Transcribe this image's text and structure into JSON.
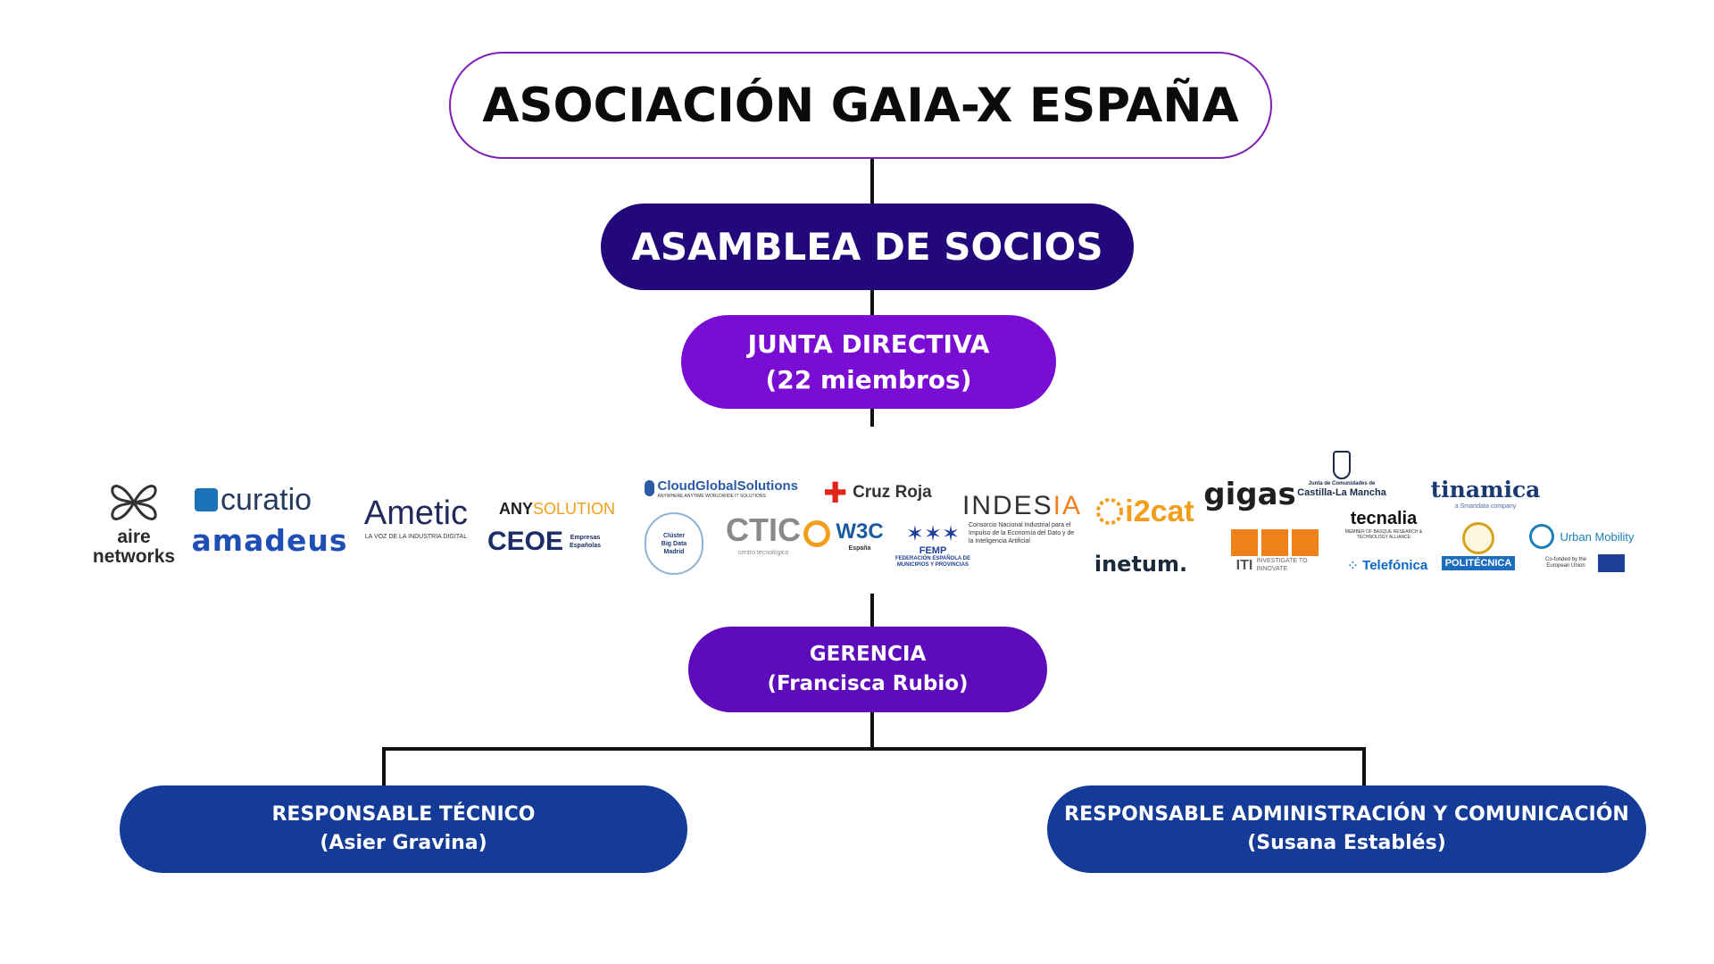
{
  "org_chart": {
    "root": "ASOCIACIÓN GAIA-X ESPAÑA",
    "assembly": "ASAMBLEA DE SOCIOS",
    "board": {
      "line1": "JUNTA DIRECTIVA",
      "line2": "(22 miembros)"
    },
    "management": {
      "line1": "GERENCIA",
      "line2": "(Francisca Rubio)"
    },
    "technical": {
      "line1": "RESPONSABLE TÉCNICO",
      "line2": "(Asier Gravina)"
    },
    "administration": {
      "line1": "RESPONSABLE ADMINISTRACIÓN Y COMUNICACIÓN",
      "line2": "(Susana Establés)"
    }
  },
  "members": {
    "aire_networks": {
      "line1": "aire",
      "line2": "networks"
    },
    "curatio": "curatio",
    "amadeus": "amadeus",
    "ametic": {
      "name": "Ametic",
      "tagline": "LA VOZ DE LA INDUSTRIA DIGITAL"
    },
    "anysolution": {
      "part1": "ANY",
      "part2": "SOLUTION"
    },
    "ceoe": {
      "name": "CEOE",
      "tagline": "Empresas Españolas"
    },
    "cloudglobal": {
      "name": "CloudGlobalSolutions",
      "tagline": "ANYWHERE ANYTIME WORLDWIDE IT SOLUTIONS"
    },
    "cruz_roja": "Cruz Roja",
    "indesia": {
      "part1": "INDES",
      "part2": "IA",
      "tagline": "Consorcio Nacional Industrial para el Impulso de la Economía del Dato y de la Inteligencia Artificial"
    },
    "bigdata": {
      "line1": "Clúster",
      "line2": "Big Data",
      "line3": "Madrid"
    },
    "ctic": {
      "name": "CTIC",
      "tagline": "centro tecnológico"
    },
    "w3c": {
      "name": "W3C",
      "tagline": "España"
    },
    "femp": {
      "name": "FEMP",
      "tagline": "FEDERACIÓN ESPAÑOLA DE MUNICIPIOS Y PROVINCIAS"
    },
    "i2cat": "i2cat",
    "inetum": "inetum.",
    "gigas": "gigas",
    "castilla": {
      "line1": "Junta de Comunidades de",
      "line2": "Castilla-La Mancha"
    },
    "iti": {
      "name": "ITI",
      "tagline": "INVESTIGATE TO INNOVATE"
    },
    "tecnalia": {
      "name": "tecnalia",
      "tagline": "MEMBER OF BASQUE RESEARCH & TECHNOLOGY ALLIANCE"
    },
    "telefonica": "Telefónica",
    "tinamica": {
      "name": "tinamica",
      "tagline": "a Smartdata company"
    },
    "politecnica": "POLITÉCNICA",
    "eit": {
      "name": "Urban Mobility",
      "tagline": "Co-funded by the European Union"
    }
  },
  "colors": {
    "root_border": "#7f1fb3",
    "assembly": "#22087a",
    "board": "#7a0dd4",
    "management": "#5d0bbb",
    "roles": "#133b97",
    "connector": "#111111"
  }
}
